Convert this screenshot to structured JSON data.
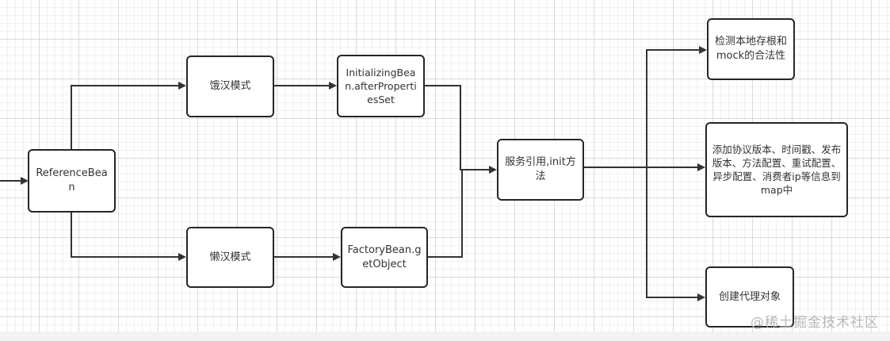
{
  "nodes": {
    "reference_bean": "ReferenceBean",
    "hungry_mode": "饿汉模式",
    "lazy_mode": "懒汉模式",
    "initializing_bean": "InitializingBean.afterPropertiesSet",
    "factory_bean": "FactoryBean.getObject",
    "service_ref": "服务引用,init方法",
    "check_stub": "检测本地存根和mock的合法性",
    "add_info": "添加协议版本、时间戳、发布版本、方法配置、重试配置、异步配置、消费者ip等信息到map中",
    "create_proxy": "创建代理对象"
  },
  "watermark": "@稀土掘金技术社区",
  "colors": {
    "stroke": "#262626",
    "grid": "#d9d9d9",
    "text": "#333333"
  }
}
